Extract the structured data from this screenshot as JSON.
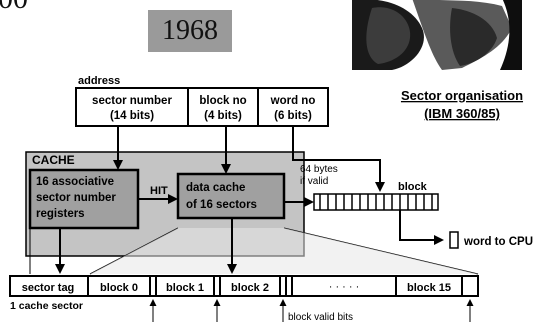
{
  "top": {
    "partial_text": "00",
    "year": "1968"
  },
  "address": {
    "label": "address",
    "fields": [
      {
        "title": "sector number",
        "bits": "(14 bits)"
      },
      {
        "title": "block no",
        "bits": "(4 bits)"
      },
      {
        "title": "word no",
        "bits": "(6 bits)"
      }
    ]
  },
  "heading": {
    "line1": "Sector organisation",
    "line2": "(IBM 360/85)"
  },
  "cache": {
    "label": "CACHE",
    "assoc": [
      "16 associative",
      "sector number",
      "registers"
    ],
    "hit": "HIT",
    "data_cache": [
      "data cache",
      "of 16 sectors"
    ],
    "transfer_note": [
      "64 bytes",
      "if valid"
    ],
    "block_label": "block",
    "word_to_cpu": "word to CPU"
  },
  "sector": {
    "cells": [
      "sector tag",
      "block 0",
      "block 1",
      "block 2",
      "· · · · ·",
      "block 15"
    ],
    "caption": "1 cache sector",
    "valid_bits_caption": "block valid bits"
  },
  "colors": {
    "gray_box": "#c4c4c4",
    "dark_gray_box": "#a0a0a0",
    "year_bg": "#9a9a9a",
    "line": "#000000"
  }
}
